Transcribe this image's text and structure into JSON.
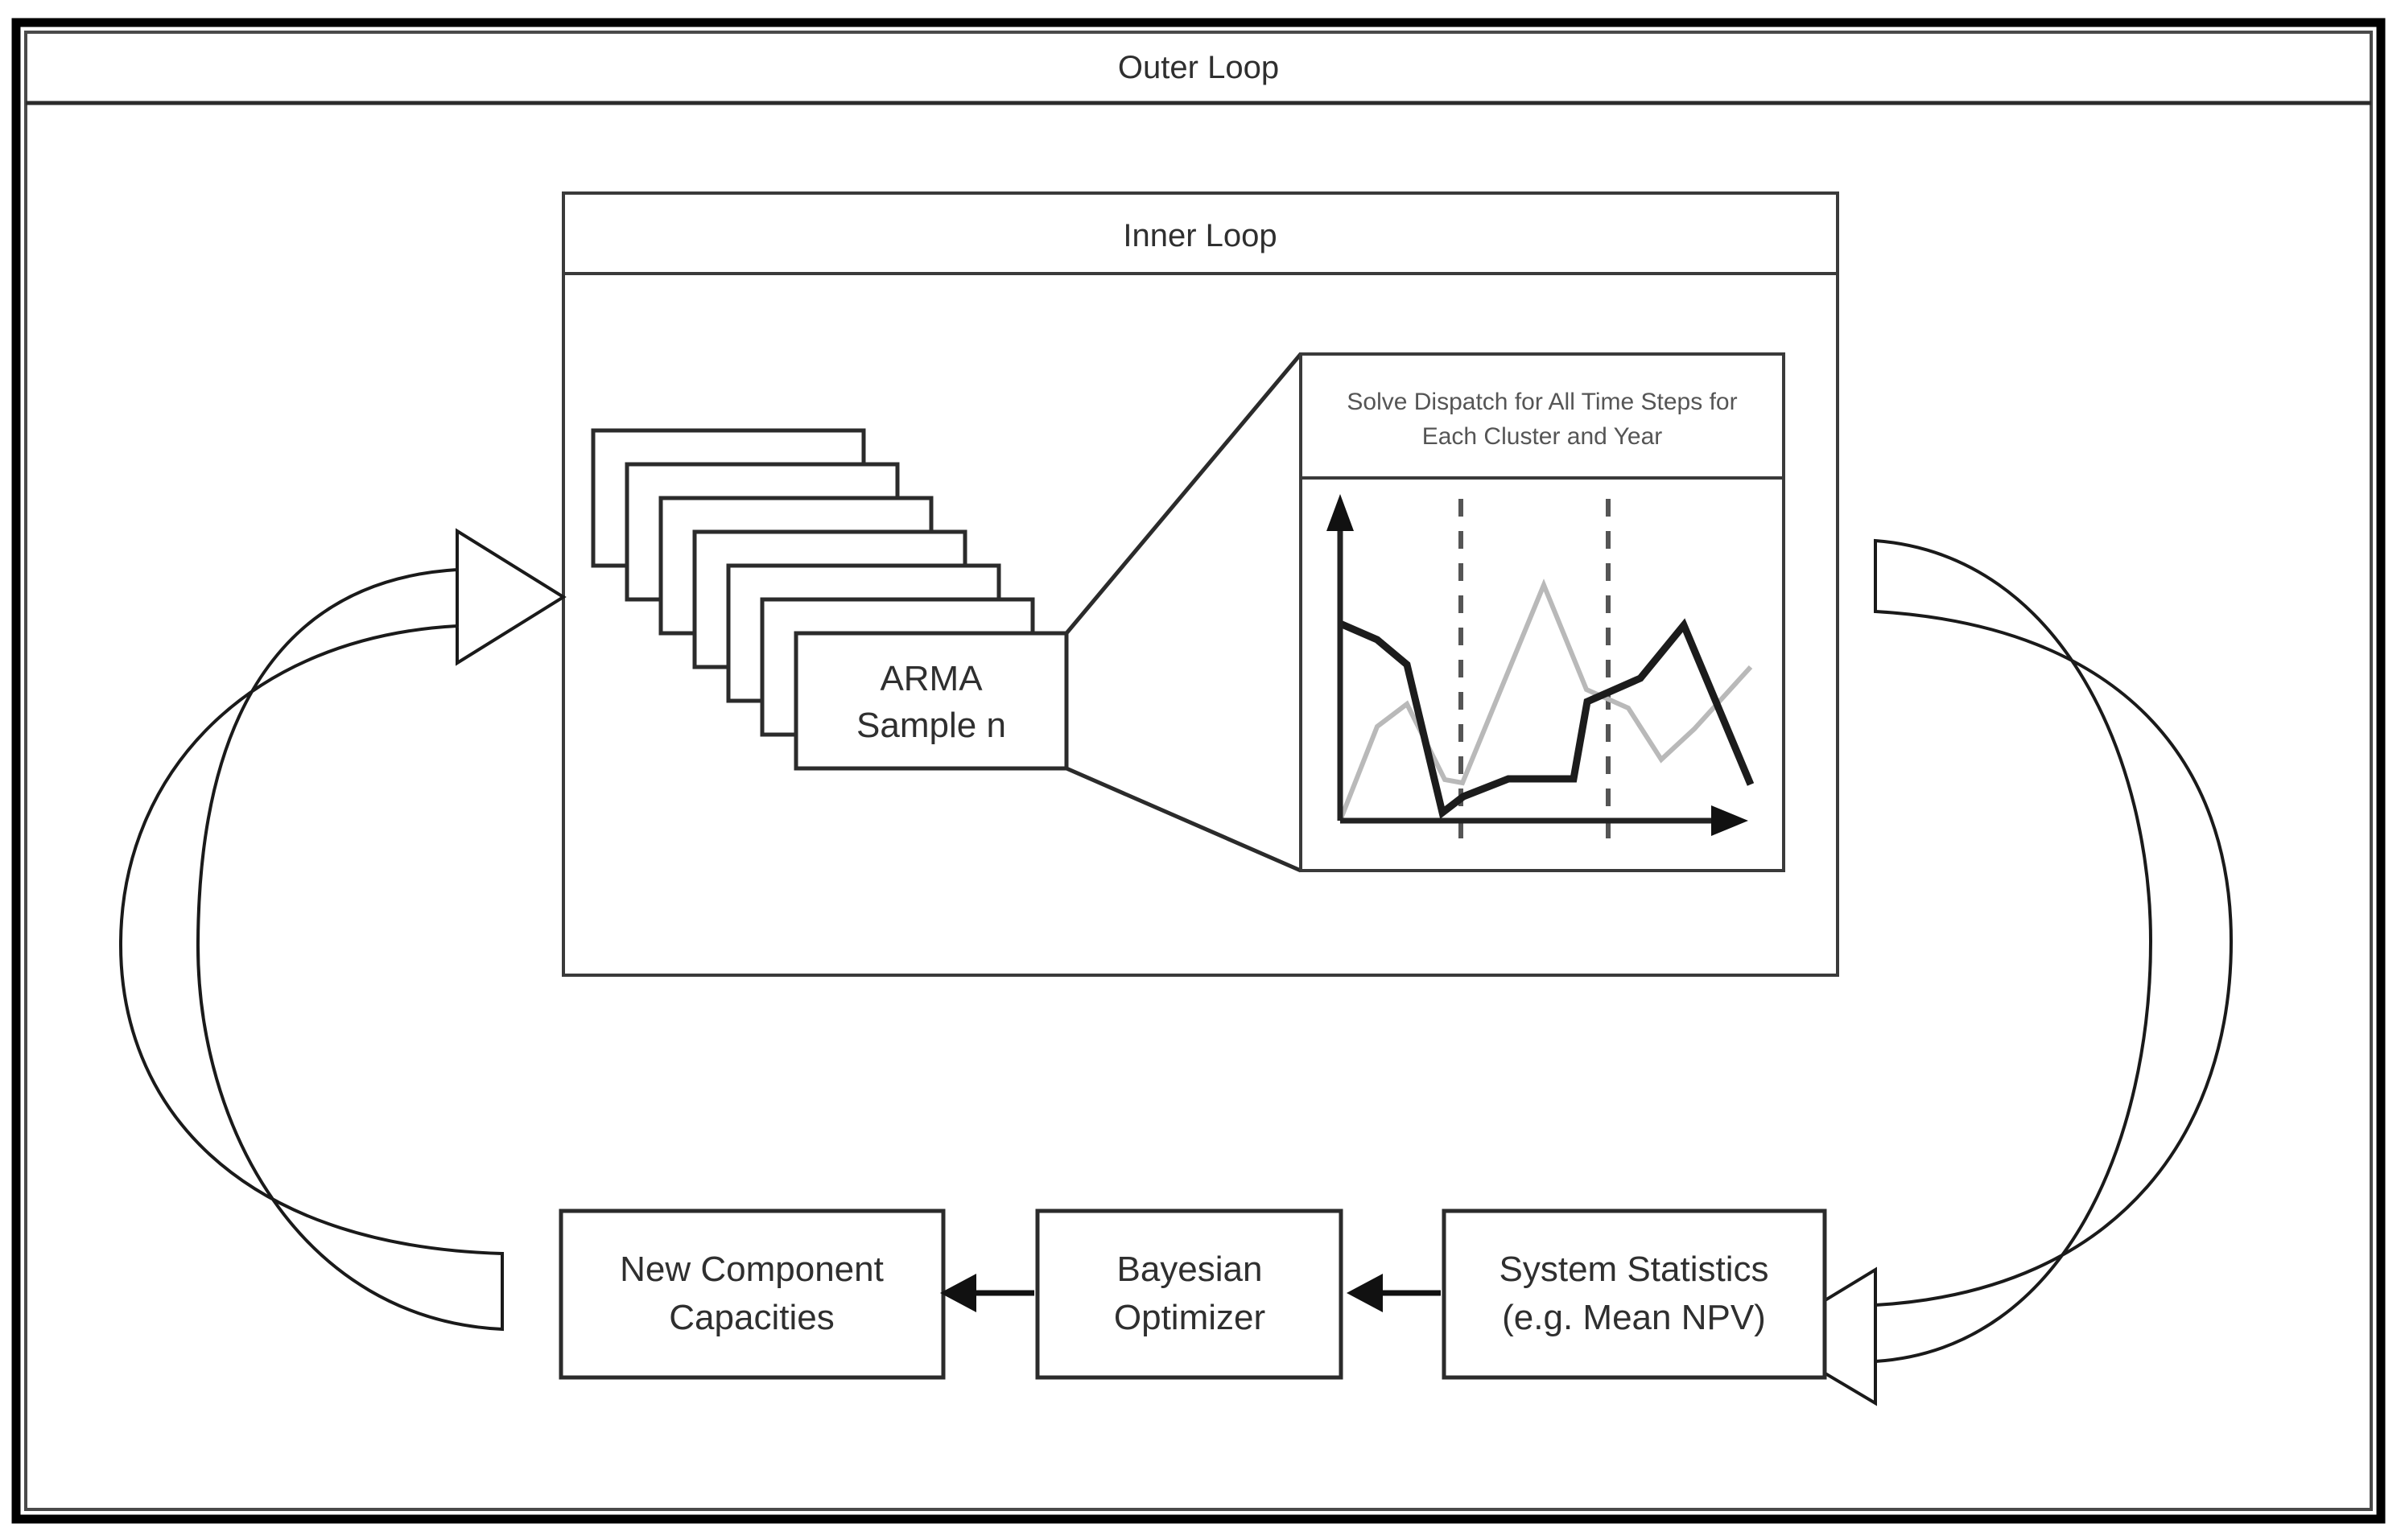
{
  "diagram": {
    "outer": {
      "title": "Outer Loop"
    },
    "inner": {
      "title": "Inner Loop"
    },
    "sample_stack": {
      "label_line1": "ARMA",
      "label_line2": "Sample n",
      "card_count": 7
    },
    "dispatch_panel": {
      "title_line1": "Solve Dispatch for All Time Steps for",
      "title_line2": "Each Cluster and Year"
    },
    "flow_boxes": [
      {
        "id": "new-component-capacities",
        "line1": "New Component",
        "line2": "Capacities"
      },
      {
        "id": "bayesian-optimizer",
        "line1": "Bayesian",
        "line2": "Optimizer"
      },
      {
        "id": "system-statistics",
        "line1": "System Statistics",
        "line2": "(e.g. Mean NPV)"
      }
    ],
    "icons": {
      "left_loop_arrow": "curved-arrow-up-right-icon",
      "right_loop_arrow": "curved-arrow-down-left-icon",
      "flow_arrow_1": "arrow-left-icon",
      "flow_arrow_2": "arrow-left-icon"
    },
    "colors": {
      "frame": "#000000",
      "line": "#2b2b2b",
      "text": "#2f2f2f",
      "muted_text": "#555555",
      "series_dark": "#1c1c1c",
      "series_light": "#b9b9b9",
      "dashed_guide": "#555555",
      "background": "#ffffff"
    }
  },
  "chart_data": {
    "type": "line",
    "title": "Solve Dispatch for All Time Steps for Each Cluster and Year",
    "xlabel": "",
    "ylabel": "",
    "grid": false,
    "legend": "none",
    "x": [
      0,
      1,
      2,
      3,
      4,
      5,
      6,
      7,
      8,
      9,
      10
    ],
    "xlim": [
      0,
      10
    ],
    "ylim": [
      0,
      10
    ],
    "annotations": [
      {
        "type": "vline",
        "x": 3.1,
        "style": "dashed",
        "label": "cluster-boundary-1"
      },
      {
        "type": "vline",
        "x": 6.2,
        "style": "dashed",
        "label": "cluster-boundary-2"
      }
    ],
    "axis_arrows": {
      "x": true,
      "y": true
    },
    "series": [
      {
        "name": "dispatch-dark",
        "color": "#1c1c1c",
        "values": [
          7.1,
          6.0,
          5.9,
          1.7,
          2.2,
          2.6,
          2.6,
          5.6,
          6.5,
          7.1,
          1.9
        ]
      },
      {
        "name": "dispatch-light",
        "color": "#b9b9b9",
        "values": [
          1.9,
          4.3,
          3.0,
          2.4,
          5.5,
          8.9,
          6.1,
          4.6,
          3.6,
          2.9,
          5.1
        ]
      }
    ]
  }
}
